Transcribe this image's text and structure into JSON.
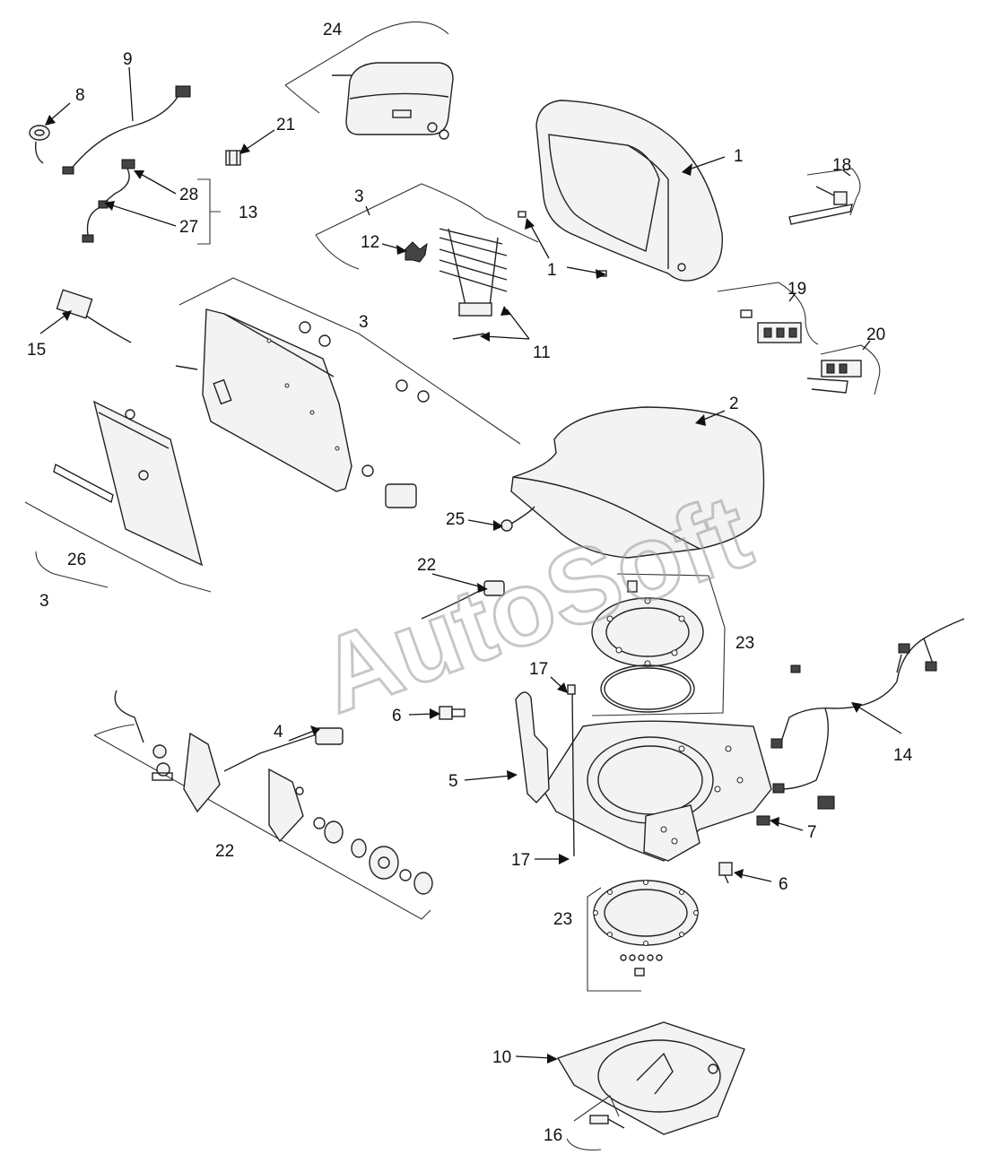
{
  "watermark": "AutoSoft",
  "callouts": [
    {
      "id": "c1a",
      "text": "1"
    },
    {
      "id": "c1b",
      "text": "1"
    },
    {
      "id": "c2",
      "text": "2"
    },
    {
      "id": "c3a",
      "text": "3"
    },
    {
      "id": "c3b",
      "text": "3"
    },
    {
      "id": "c3c",
      "text": "3"
    },
    {
      "id": "c4",
      "text": "4"
    },
    {
      "id": "c5",
      "text": "5"
    },
    {
      "id": "c6a",
      "text": "6"
    },
    {
      "id": "c6b",
      "text": "6"
    },
    {
      "id": "c7",
      "text": "7"
    },
    {
      "id": "c8",
      "text": "8"
    },
    {
      "id": "c9",
      "text": "9"
    },
    {
      "id": "c10",
      "text": "10"
    },
    {
      "id": "c11",
      "text": "11"
    },
    {
      "id": "c12",
      "text": "12"
    },
    {
      "id": "c13",
      "text": "13"
    },
    {
      "id": "c14",
      "text": "14"
    },
    {
      "id": "c15",
      "text": "15"
    },
    {
      "id": "c16",
      "text": "16"
    },
    {
      "id": "c17a",
      "text": "17"
    },
    {
      "id": "c17b",
      "text": "17"
    },
    {
      "id": "c18",
      "text": "18"
    },
    {
      "id": "c19",
      "text": "19"
    },
    {
      "id": "c20",
      "text": "20"
    },
    {
      "id": "c21",
      "text": "21"
    },
    {
      "id": "c22a",
      "text": "22"
    },
    {
      "id": "c22b",
      "text": "22"
    },
    {
      "id": "c23a",
      "text": "23"
    },
    {
      "id": "c23b",
      "text": "23"
    },
    {
      "id": "c24",
      "text": "24"
    },
    {
      "id": "c25",
      "text": "25"
    },
    {
      "id": "c26",
      "text": "26"
    },
    {
      "id": "c27",
      "text": "27"
    },
    {
      "id": "c28",
      "text": "28"
    }
  ]
}
